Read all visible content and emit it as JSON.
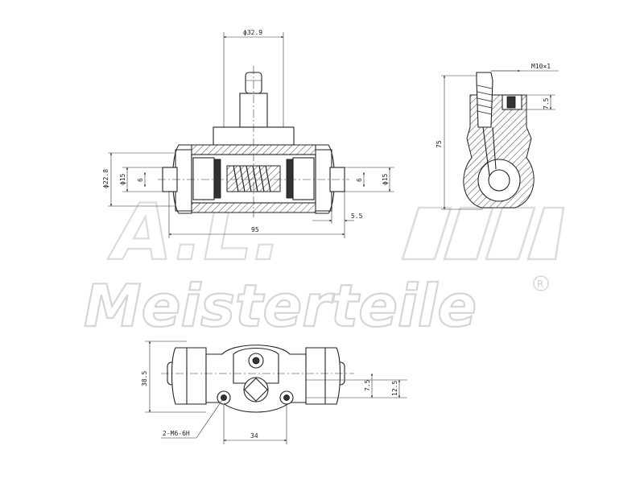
{
  "watermark": {
    "logo_text": "A.L.",
    "brand": "Meisterteile",
    "registered_mark": "R"
  },
  "front_view": {
    "dims": {
      "top_diameter": "ϕ32.9",
      "left_outer_diameter": "ϕ22.8",
      "left_inner_diameter": "ϕ15",
      "left_small": "6",
      "right_small": "6",
      "right_diameter": "ϕ15",
      "overall_length": "95",
      "offset": "5.5"
    }
  },
  "side_view": {
    "dims": {
      "thread": "M10×1",
      "height": "75",
      "small_height": "7.5"
    }
  },
  "bottom_view": {
    "dims": {
      "height": "38.5",
      "bolts": "2-M6-6H",
      "bolt_spacing": "34",
      "offset_a": "7.5",
      "offset_b": "12.5"
    }
  }
}
